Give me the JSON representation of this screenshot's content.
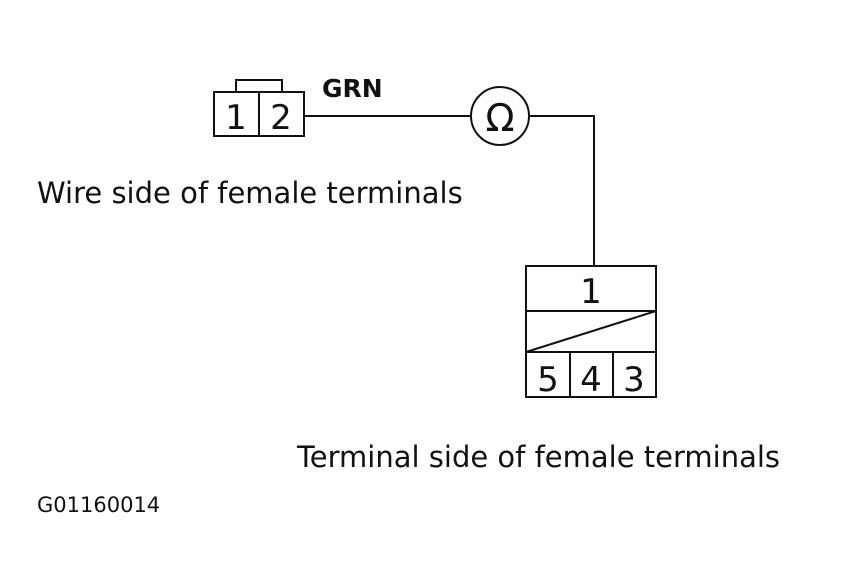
{
  "connector_left": {
    "pins": [
      "1",
      "2"
    ]
  },
  "wire": {
    "color_label": "GRN"
  },
  "meter": {
    "symbol": "Ω"
  },
  "labels": {
    "wire_side": "Wire side of female terminals",
    "terminal_side": "Terminal side of female terminals",
    "figure_code": "G01160014"
  },
  "connector_right": {
    "top_pin": "1",
    "bottom_pins": [
      "5",
      "4",
      "3"
    ]
  }
}
